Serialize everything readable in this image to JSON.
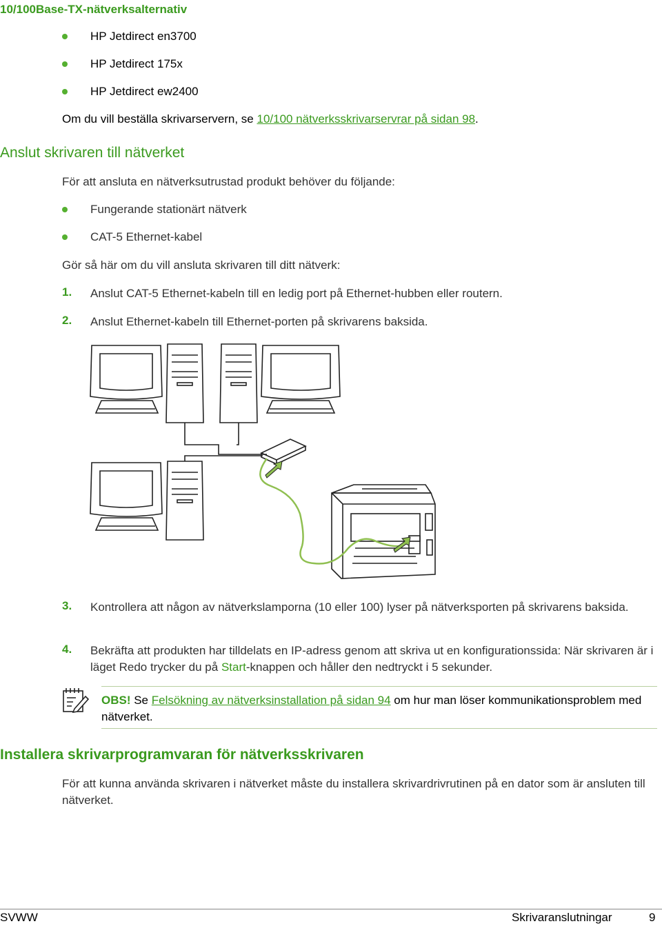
{
  "section1": {
    "heading": "10/100Base-TX-nätverksalternativ",
    "items": [
      "HP Jetdirect en3700",
      "HP Jetdirect 175x",
      "HP Jetdirect ew2400"
    ],
    "order_text_before": "Om du vill beställa skrivarservern, se ",
    "order_link": "10/100 nätverksskrivarservrar på sidan 98",
    "order_text_after": "."
  },
  "section2": {
    "heading": "Anslut skrivaren till nätverket",
    "intro": "För att ansluta en nätverksutrustad produkt behöver du följande:",
    "requirements": [
      "Fungerande stationärt nätverk",
      "CAT-5 Ethernet-kabel"
    ],
    "steps_intro": "Gör så här om du vill ansluta skrivaren till ditt nätverk:",
    "steps": [
      {
        "num": "1.",
        "text": "Anslut CAT-5 Ethernet-kabeln till en ledig port på Ethernet-hubben eller routern."
      },
      {
        "num": "2.",
        "text": "Anslut Ethernet-kabeln till Ethernet-porten på skrivarens baksida."
      },
      {
        "num": "3.",
        "text": "Kontrollera att någon av nätverkslamporna (10 eller 100) lyser på nätverksporten på skrivarens baksida."
      },
      {
        "num": "4.",
        "text_before": "Bekräfta att produkten har tilldelats en IP-adress genom att skriva ut en konfigurationssida: När skrivaren är i läget Redo trycker du på ",
        "start_word": "Start",
        "text_after": "-knappen och håller den nedtryckt i 5 sekunder."
      }
    ],
    "note": {
      "label": "OBS!",
      "text_before": " Se ",
      "link": "Felsökning av nätverksinstallation på sidan 94",
      "text_after": " om hur man löser kommunikationsproblem med nätverket."
    }
  },
  "section3": {
    "heading": "Installera skrivarprogramvaran för nätverksskrivaren",
    "text": "För att kunna använda skrivaren i nätverket måste du installera skrivardrivrutinen på en dator som är ansluten till nätverket."
  },
  "footer": {
    "left": "SVWW",
    "title": "Skrivaranslutningar",
    "page": "9"
  },
  "colors": {
    "accent": "#3a9a1e",
    "bullet": "#55b030",
    "cable": "#8fbf50"
  },
  "icons": [
    "note-pad-icon",
    "cable-arrow-icon"
  ]
}
